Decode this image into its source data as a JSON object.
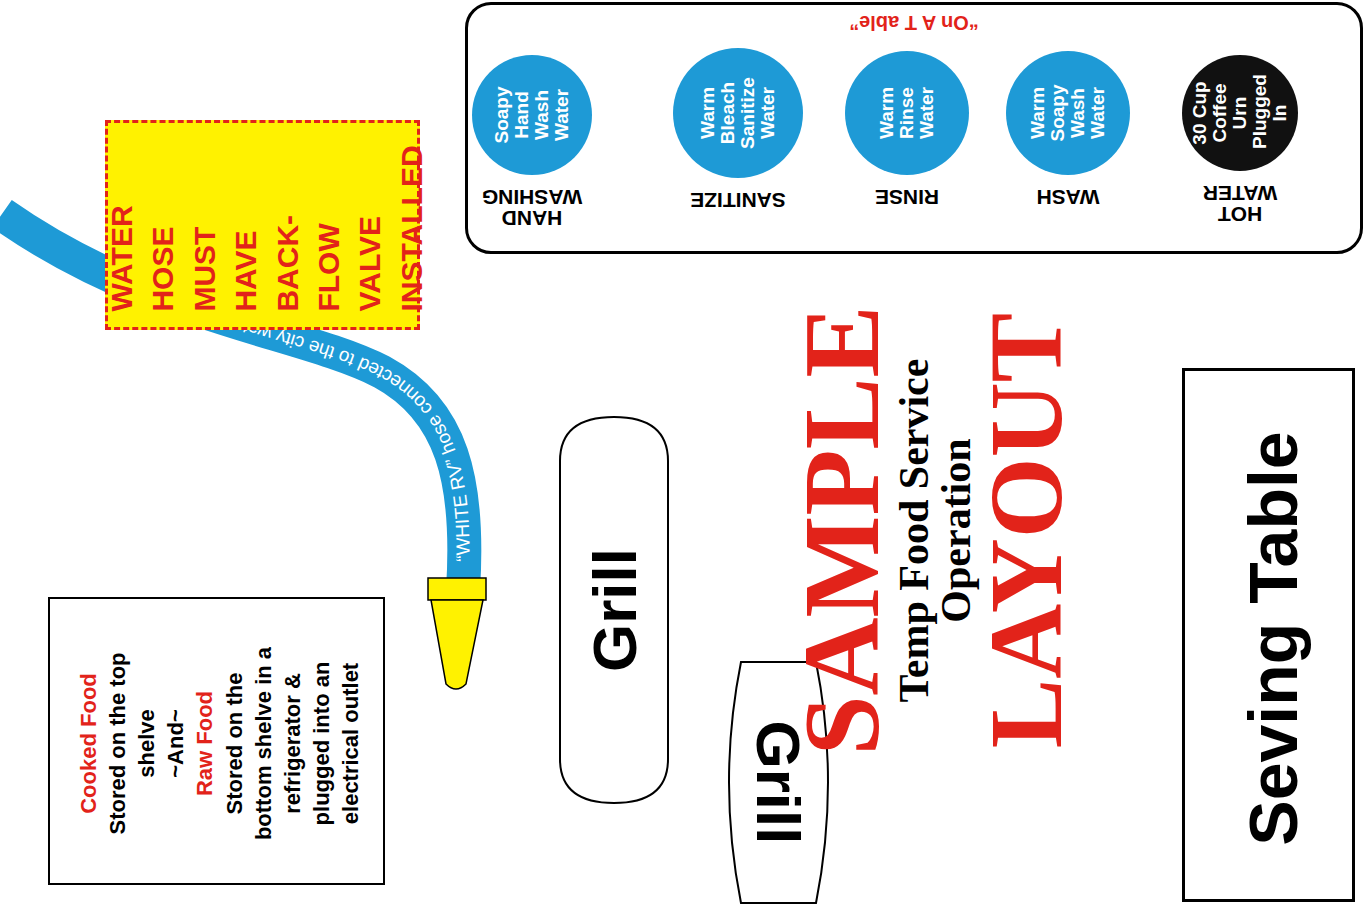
{
  "diagram": {
    "title": "SAMPLE",
    "nodes": [
      {
        "text": [
          "“On A T able”"
        ]
      },
      {
        "text": [
          "Soapy Hand Wash Water",
          "HAND WASHING"
        ],
        "in": 0
      },
      {
        "text": [
          "Warm Bleach Sanitize Water",
          "SANITIZE"
        ],
        "in": 0
      },
      {
        "text": [
          "Warm Rinse Water",
          "RINSE"
        ],
        "in": 0
      },
      {
        "text": [
          "Warm Soapy Wash Water",
          "WASH"
        ],
        "in": 0
      },
      {
        "text": [
          "30 Cup Coffee Urn Plugged In",
          "HOT WATER"
        ],
        "in": 0
      },
      {
        "text": [
          "WATER HOSE MUST HAVE BACK-FLOW VALVE INSTALLED"
        ]
      },
      {
        "text": [
          "Cooked Food",
          "Stored on the top shelve",
          "~And~",
          "Raw Food",
          "Stored on the bottom shelve in a refrigerator & plugged into an electrical outlet"
        ]
      },
      {
        "text": [
          "Grill"
        ]
      },
      {
        "text": [
          "Grill"
        ]
      },
      {
        "text": [
          "Seving Table"
        ]
      }
    ],
    "labels": [
      "Temp Food Service Operation",
      "LAYOUT",
      "“WHITE RV” hose connected to the city water supply"
    ]
  }
}
